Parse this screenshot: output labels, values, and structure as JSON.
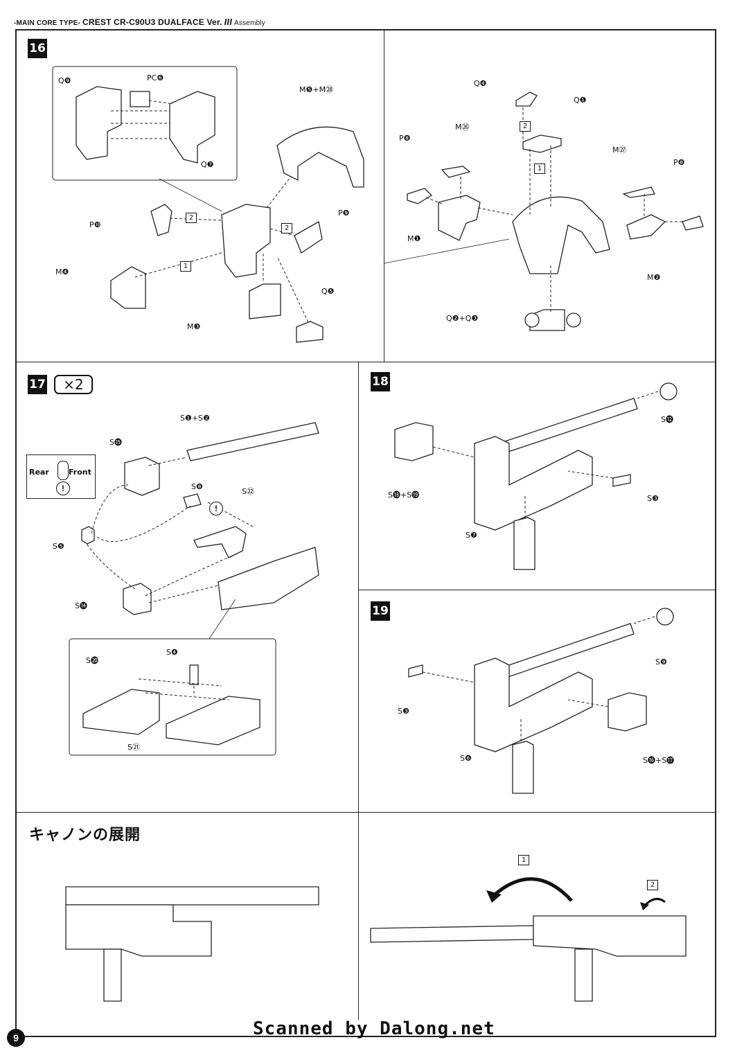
{
  "header": {
    "prefix": "-MAIN CORE TYPE-",
    "model": "CREST CR-C90U3 DUALFACE Ver.",
    "ver_mark": "III",
    "suffix": "Assembly"
  },
  "steps": {
    "s16": {
      "number": "16",
      "labels": [
        "Q❾",
        "PC❻",
        "M❺+M㉘",
        "Q❼",
        "P❿",
        "P❾",
        "M❹",
        "M❸",
        "Q❺"
      ],
      "order": [
        "2",
        "2",
        "1"
      ]
    },
    "s16b": {
      "labels": [
        "Q❹",
        "Q❶",
        "M㉖",
        "P❽",
        "M㉗",
        "P❽",
        "M❶",
        "M❷",
        "Q❷+Q❸"
      ],
      "order": [
        "2",
        "1"
      ]
    },
    "s17": {
      "number": "17",
      "multiplier": "×2",
      "labels": [
        "S❶+S❷",
        "S⓯",
        "S❽",
        "S㉒",
        "S❺",
        "S⓮",
        "S⓴",
        "S❹",
        "S㉑"
      ],
      "legend": {
        "rear": "Rear",
        "front": "Front"
      },
      "caution": "!"
    },
    "s18": {
      "number": "18",
      "labels": [
        "S⓬",
        "S⓲+S⓳",
        "S❸",
        "S❼"
      ]
    },
    "s19": {
      "number": "19",
      "labels": [
        "S❾",
        "S❸",
        "S❻",
        "S⓰+S⓱"
      ]
    }
  },
  "cannon": {
    "title": "キャノンの展開",
    "order": [
      "1",
      "2"
    ]
  },
  "page": {
    "number": "9",
    "footer": "Scanned by Dalong.net"
  }
}
